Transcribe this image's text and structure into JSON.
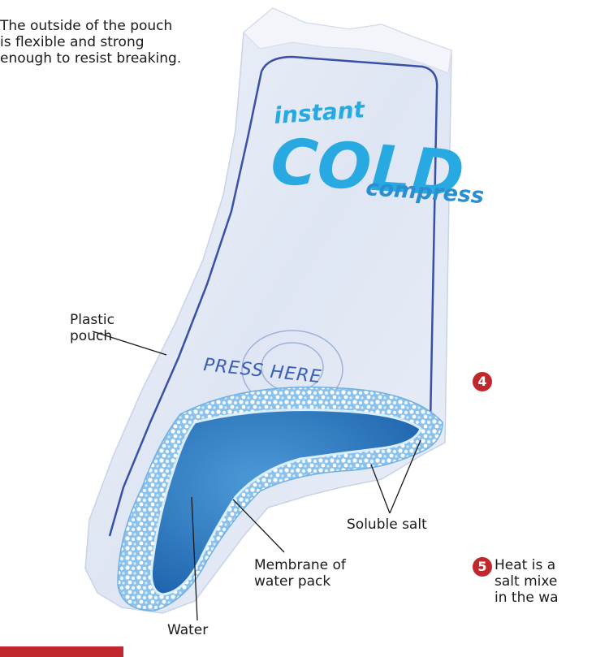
{
  "intro": {
    "lines": [
      "The outside of the pouch",
      "is flexible and strong",
      "enough to resist breaking."
    ]
  },
  "pouch": {
    "brand_top": "instant",
    "brand_main": "COLD",
    "brand_sub": "compress",
    "press_text": "PRESS HERE"
  },
  "labels": {
    "plastic": [
      "Plastic",
      "pouch"
    ],
    "soluble_salt": "Soluble salt",
    "membrane": [
      "Membrane of",
      "water pack"
    ],
    "water": "Water"
  },
  "steps": {
    "step4_number": "4",
    "step5_number": "5",
    "step5_lines": [
      "Heat is a",
      "salt mixe",
      "in the wa"
    ]
  },
  "colors": {
    "accent_red": "#c0282d",
    "brand_cyan": "#28a9e1",
    "water_blue": "#2f7fc4",
    "outline_blue": "#3a4fa6"
  }
}
